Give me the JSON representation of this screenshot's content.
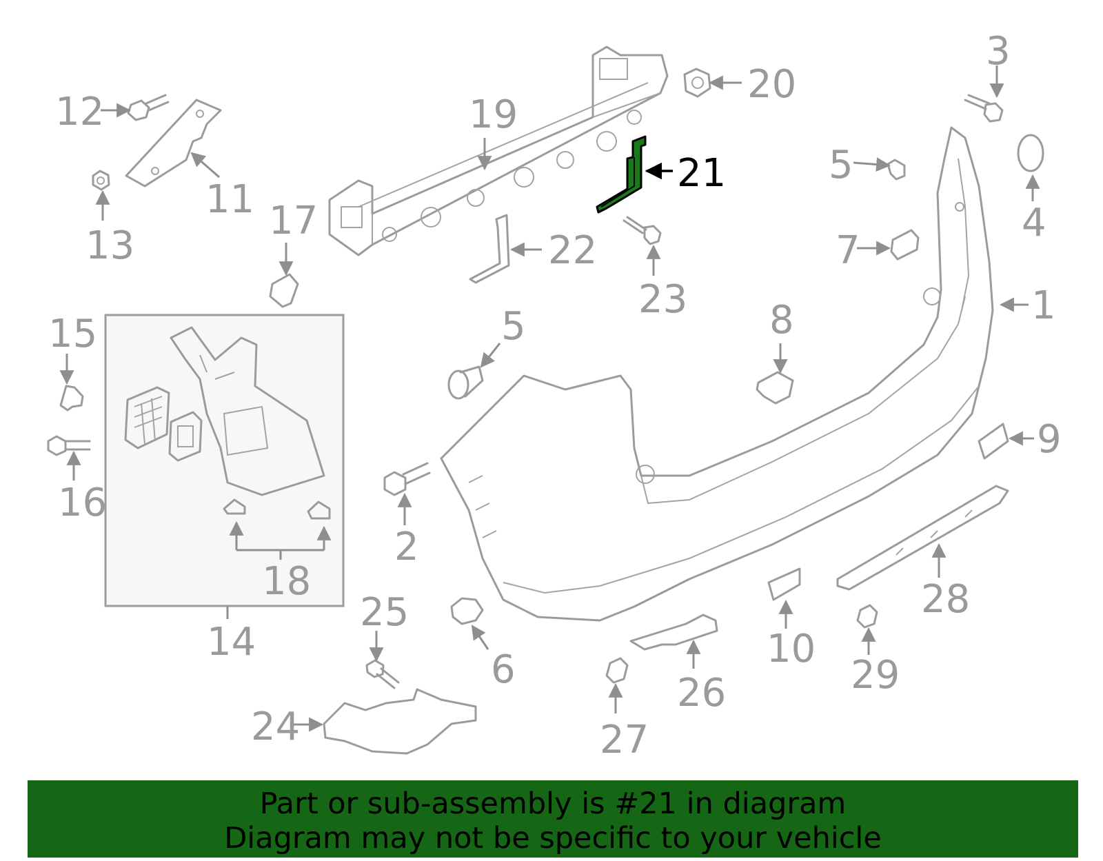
{
  "diagram": {
    "highlighted_part": "21",
    "highlight_color": "#1a7a1a",
    "labels": [
      "1",
      "2",
      "3",
      "4",
      "5",
      "5",
      "6",
      "7",
      "8",
      "9",
      "10",
      "11",
      "12",
      "13",
      "14",
      "15",
      "16",
      "17",
      "18",
      "19",
      "20",
      "21",
      "22",
      "23",
      "24",
      "25",
      "26",
      "27",
      "28",
      "29"
    ]
  },
  "banner": {
    "line1": "Part or sub-assembly is #21 in diagram",
    "line2": "Diagram may not be specific to your vehicle",
    "background_color": "#156615"
  }
}
